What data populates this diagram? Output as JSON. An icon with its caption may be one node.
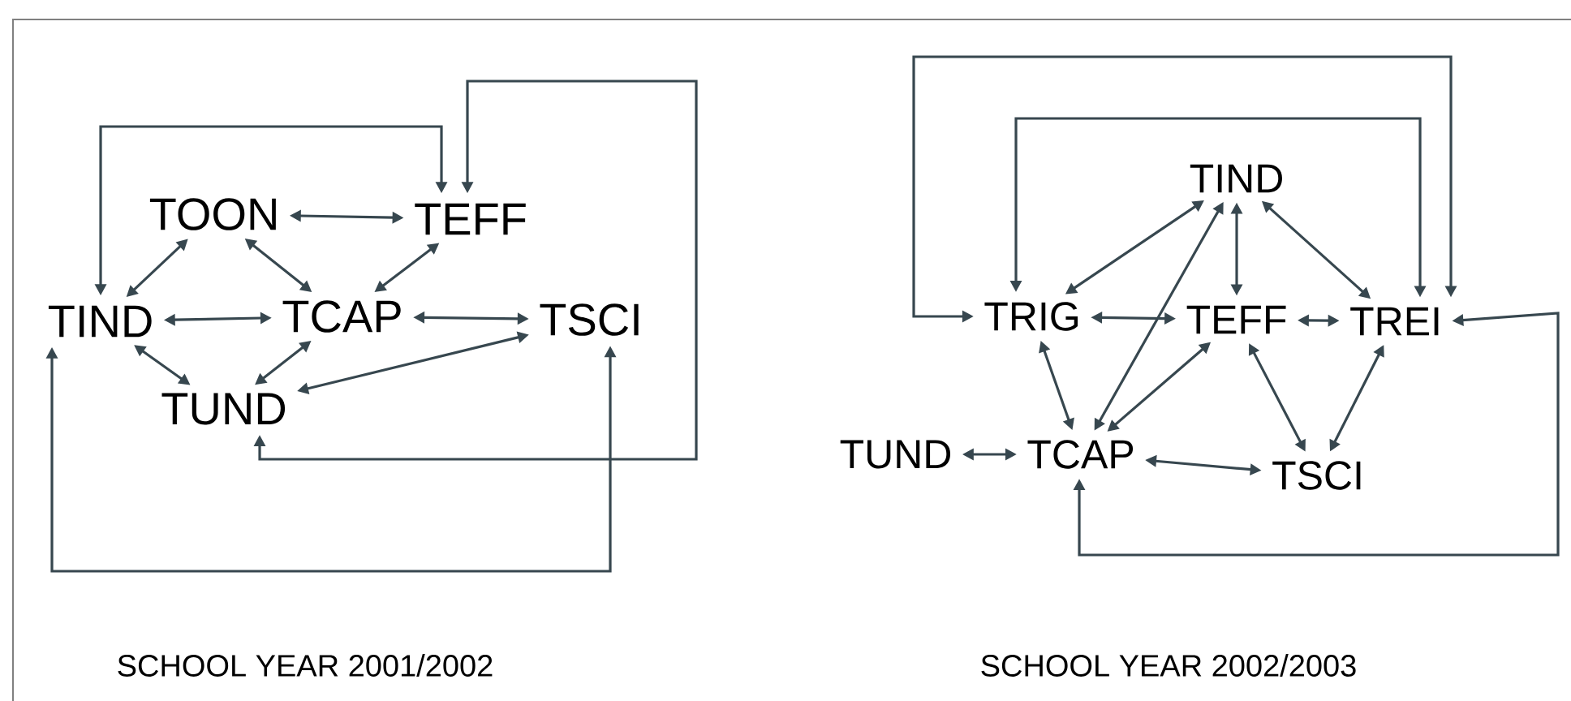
{
  "diagram": {
    "nodes": [
      {
        "text": [
          "TOON"
        ]
      },
      {
        "text": [
          "TEFF"
        ]
      },
      {
        "text": [
          "TIND"
        ]
      },
      {
        "text": [
          "TCAP"
        ]
      },
      {
        "text": [
          "TSCI"
        ]
      },
      {
        "text": [
          "TUND"
        ]
      },
      {
        "text": [
          "TIND"
        ]
      },
      {
        "text": [
          "TRIG"
        ]
      },
      {
        "text": [
          "TEFF"
        ]
      },
      {
        "text": [
          "TREI"
        ]
      },
      {
        "text": [
          "TUND"
        ]
      },
      {
        "text": [
          "TCAP"
        ]
      },
      {
        "text": [
          "TSCI"
        ]
      }
    ],
    "edges": [
      {
        "from": 0,
        "to": 1,
        "arrow": "both"
      },
      {
        "from": 0,
        "to": 2,
        "arrow": "both"
      },
      {
        "from": 0,
        "to": 3,
        "arrow": "both"
      },
      {
        "from": 1,
        "to": 3,
        "arrow": "both"
      },
      {
        "from": 2,
        "to": 3,
        "arrow": "both"
      },
      {
        "from": 3,
        "to": 4,
        "arrow": "both"
      },
      {
        "from": 2,
        "to": 5,
        "arrow": "both"
      },
      {
        "from": 3,
        "to": 5,
        "arrow": "both"
      },
      {
        "from": 5,
        "to": 4,
        "arrow": "both"
      },
      {
        "from": 2,
        "to": 1,
        "arrow": "both"
      },
      {
        "from": 1,
        "to": 5,
        "arrow": "both"
      },
      {
        "from": 4,
        "to": 2,
        "arrow": "both"
      },
      {
        "from": 6,
        "to": 7,
        "arrow": "both"
      },
      {
        "from": 6,
        "to": 11,
        "arrow": "both"
      },
      {
        "from": 6,
        "to": 8,
        "arrow": "both"
      },
      {
        "from": 6,
        "to": 9,
        "arrow": "both"
      },
      {
        "from": 7,
        "to": 8,
        "arrow": "both"
      },
      {
        "from": 8,
        "to": 9,
        "arrow": "both"
      },
      {
        "from": 7,
        "to": 11,
        "arrow": "both"
      },
      {
        "from": 8,
        "to": 11,
        "arrow": "both"
      },
      {
        "from": 8,
        "to": 12,
        "arrow": "both"
      },
      {
        "from": 9,
        "to": 12,
        "arrow": "both"
      },
      {
        "from": 10,
        "to": 11,
        "arrow": "both"
      },
      {
        "from": 11,
        "to": 12,
        "arrow": "both"
      },
      {
        "from": 7,
        "to": 9,
        "arrow": "both"
      },
      {
        "from": 7,
        "to": 9,
        "arrow": "both"
      },
      {
        "from": 9,
        "to": 11,
        "arrow": "both"
      }
    ],
    "labels": [
      "SCHOOL YEAR 2001/2002",
      "SCHOOL YEAR 2002/2003"
    ]
  }
}
